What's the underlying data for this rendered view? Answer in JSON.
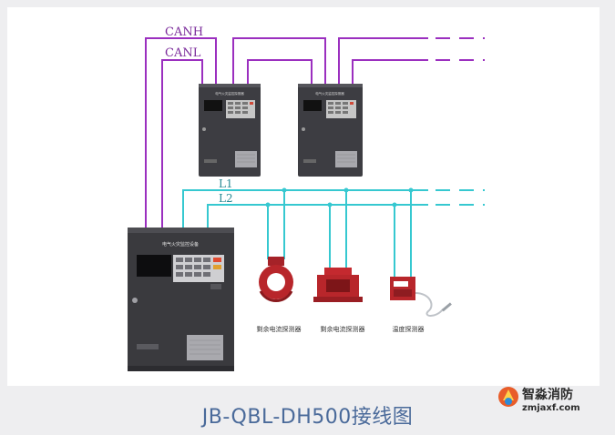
{
  "diagram": {
    "bus_labels": {
      "canh": "CANH",
      "canl": "CANL",
      "l1": "L1",
      "l2": "L2"
    },
    "main_panel_title": "电气火灾监控设备",
    "sub_panel_title": "电气火灾监控探测器",
    "detectors": [
      {
        "label": "剩余电流探测器"
      },
      {
        "label": "剩余电流探测器"
      },
      {
        "label": "温度探测器"
      }
    ],
    "caption": "JB-QBL-DH500接线图",
    "colors": {
      "can_bus": "#9b2fbf",
      "power_bus": "#36c8d0",
      "panel": "#3a3a3e",
      "detector": "#b8262b"
    }
  },
  "watermark": {
    "brand": "智淼消防",
    "url": "zmjaxf.com"
  }
}
